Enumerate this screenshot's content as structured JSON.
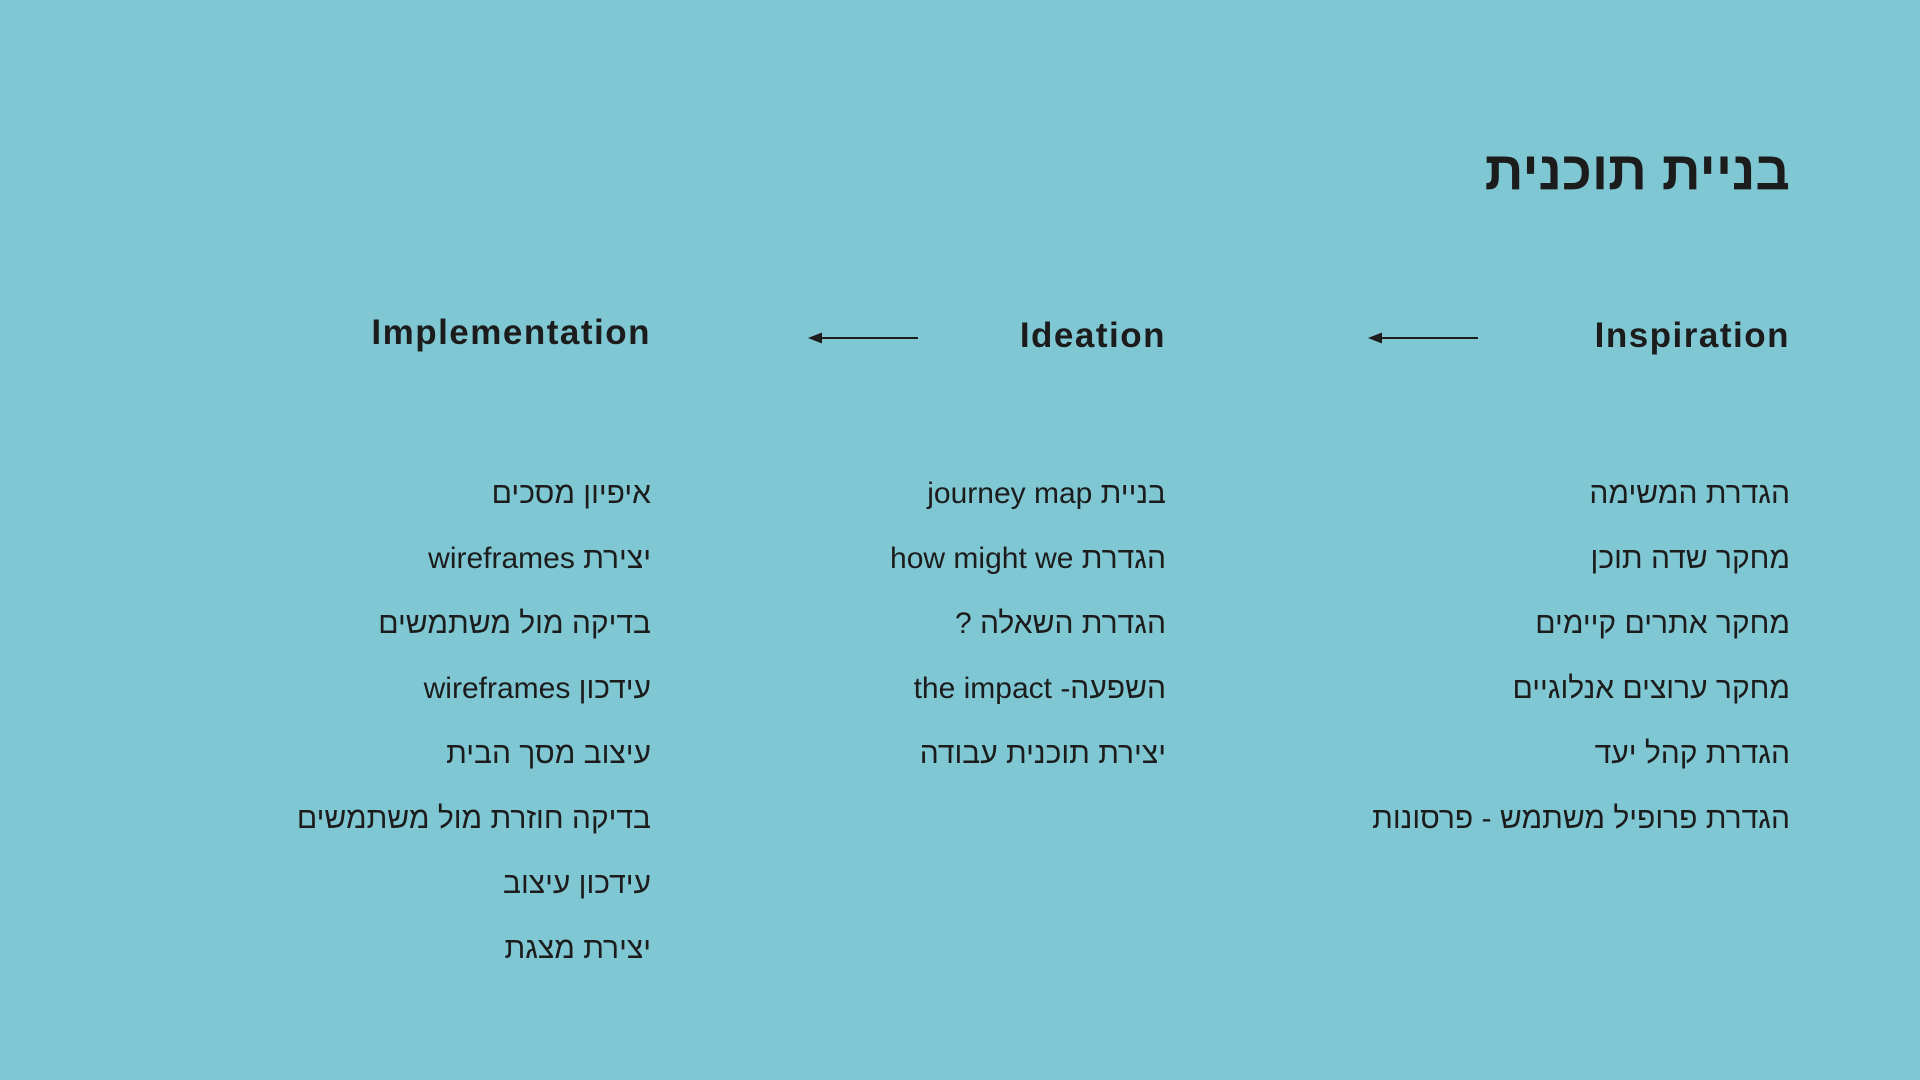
{
  "colors": {
    "background": "#7fc7d3",
    "text": "#1c1c1c"
  },
  "slide": {
    "title": "בניית תוכנית"
  },
  "columns": {
    "inspiration": {
      "heading": "Inspiration",
      "items": [
        "הגדרת המשימה",
        "מחקר שדה תוכן",
        "מחקר אתרים קיימים",
        "מחקר ערוצים אנלוגיים",
        "הגדרת קהל יעד",
        "הגדרת פרופיל משתמש - פרסונות"
      ]
    },
    "ideation": {
      "heading": "Ideation",
      "items": [
        "בניית journey map",
        "הגדרת how might we",
        "הגדרת השאלה ?",
        "השפעה- the impact",
        "יצירת תוכנית עבודה"
      ]
    },
    "implementation": {
      "heading": "Implementation",
      "items": [
        "איפיון מסכים",
        "יצירת wireframes",
        "בדיקה מול משתמשים",
        "עידכון wireframes",
        "עיצוב מסך הבית",
        "בדיקה חוזרת מול משתמשים",
        "עידכון עיצוב",
        "יצירת מצגת"
      ]
    }
  },
  "icons": {
    "arrow": "arrow-left-icon"
  }
}
